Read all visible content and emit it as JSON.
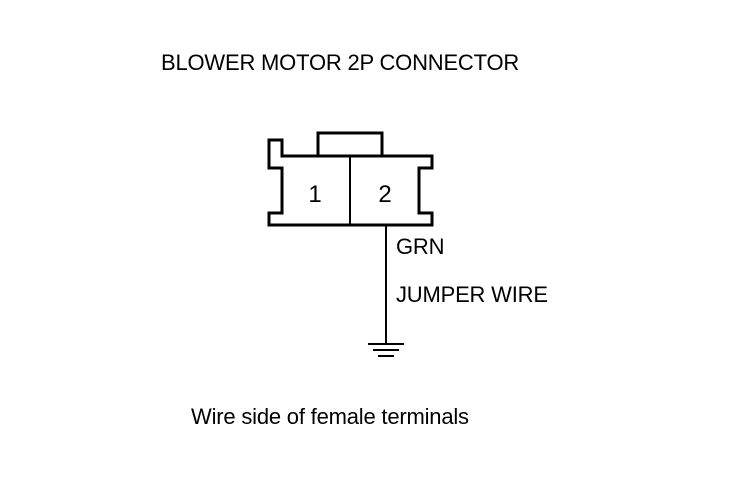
{
  "diagram": {
    "title": "BLOWER MOTOR 2P CONNECTOR",
    "connector": {
      "terminals": [
        {
          "number": "1"
        },
        {
          "number": "2"
        }
      ]
    },
    "wire": {
      "color": "GRN",
      "description": "JUMPER WIRE",
      "terminates_at": "ground-symbol"
    },
    "caption": "Wire side of female terminals"
  },
  "colors": {
    "line": "#000000",
    "background": "#ffffff"
  }
}
